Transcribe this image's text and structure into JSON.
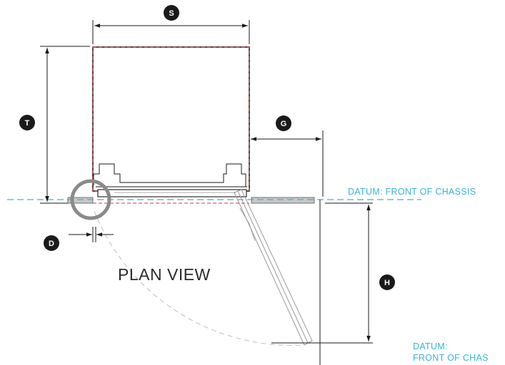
{
  "dimensions": {
    "s": "S",
    "t": "T",
    "g": "G",
    "d": "D",
    "h": "H"
  },
  "view_label": "PLAN VIEW",
  "datum_main": "DATUM: FRONT OF CHASSIS",
  "datum_secondary_line1": "DATUM:",
  "datum_secondary_line2": "FRONT OF CHAS",
  "colors": {
    "datum": "#35b3d8",
    "outline_accent": "#d23a3a",
    "dimension": "#1a1a1a",
    "door": "#8f8f8f",
    "badge": "#1a1a1a",
    "highlight_circle": "#8a8a8a",
    "floor": "#c8c8c8"
  }
}
